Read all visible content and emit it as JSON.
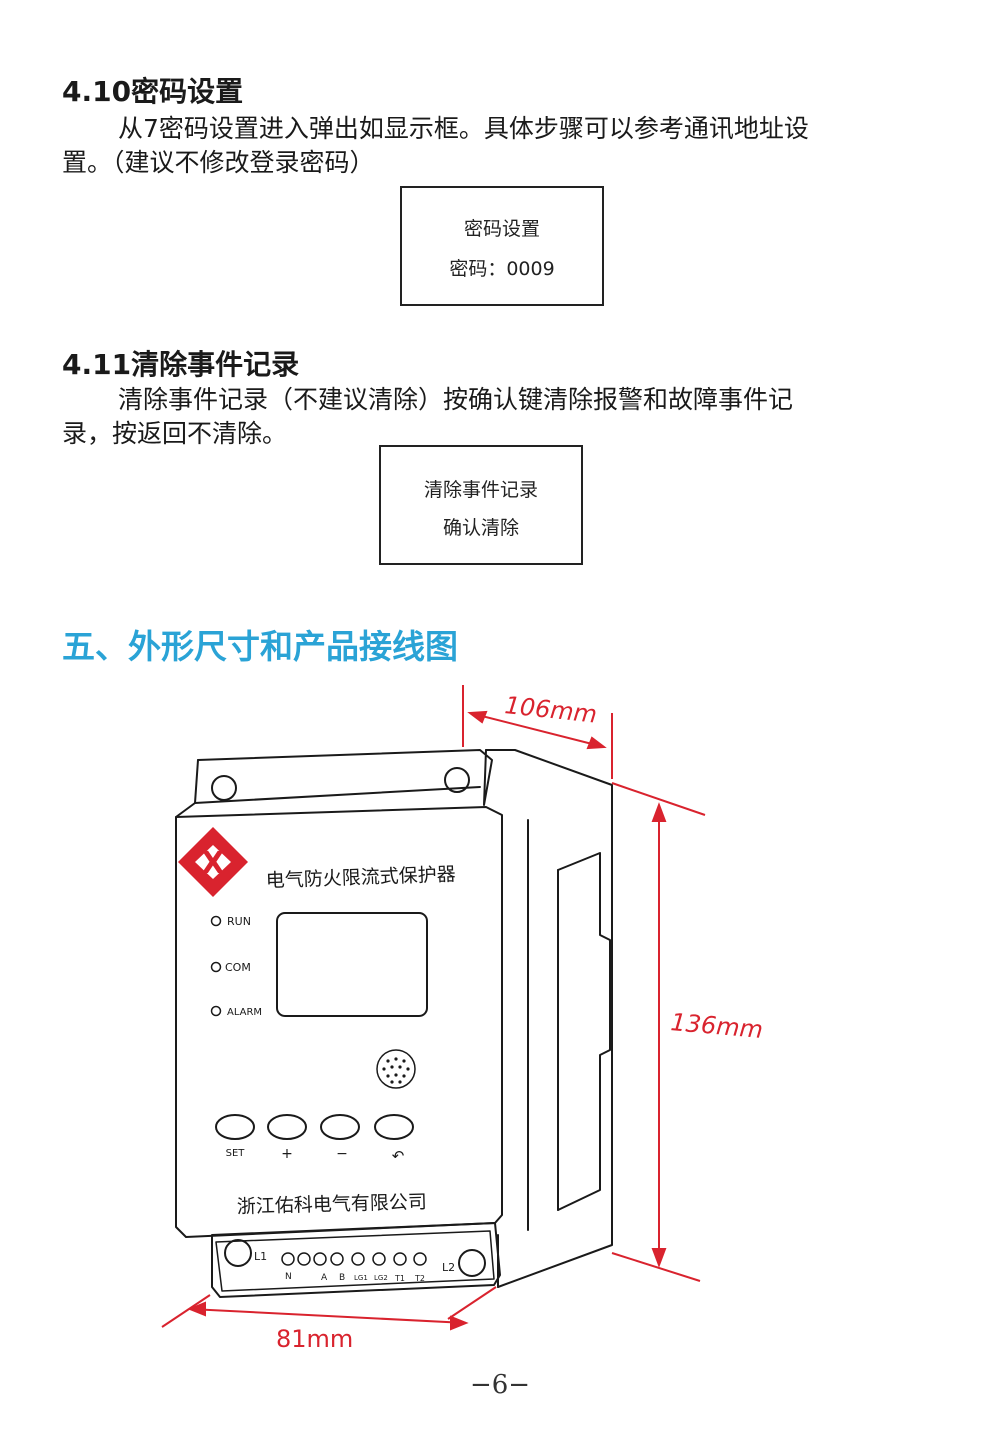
{
  "section_4_10": {
    "title": "4.10密码设置",
    "line1": "从7密码设置进入弹出如显示框。具体步骤可以参考通讯地址设",
    "line2": "置。（建议不修改登录密码）",
    "box": {
      "line1": "密码设置",
      "line2": "密码：0009"
    }
  },
  "section_4_11": {
    "title": "4.11清除事件记录",
    "line1": "清除事件记录（不建议清除）按确认键清除报警和故障事件记",
    "line2": "录，按返回不清除。",
    "box": {
      "line1": "清除事件记录",
      "line2": "确认清除"
    }
  },
  "section_5": {
    "title": "五、外形尺寸和产品接线图"
  },
  "device": {
    "product_name": "电气防火限流式保护器",
    "manufacturer": "浙江佑科电气有限公司",
    "indicators": [
      "RUN",
      "COM",
      "ALARM"
    ],
    "buttons": [
      "SET",
      "+",
      "−",
      "↶"
    ],
    "terminals": [
      "L1",
      "N",
      "A",
      "B",
      "LG1",
      "LG2",
      "T1",
      "T2",
      "L2"
    ],
    "logo_letter": "X"
  },
  "dimensions": {
    "depth": "106mm",
    "height": "136mm",
    "width": "81mm",
    "color": "#d9232e"
  },
  "accent_color": "#2aa3d6",
  "page_number": "−6−"
}
